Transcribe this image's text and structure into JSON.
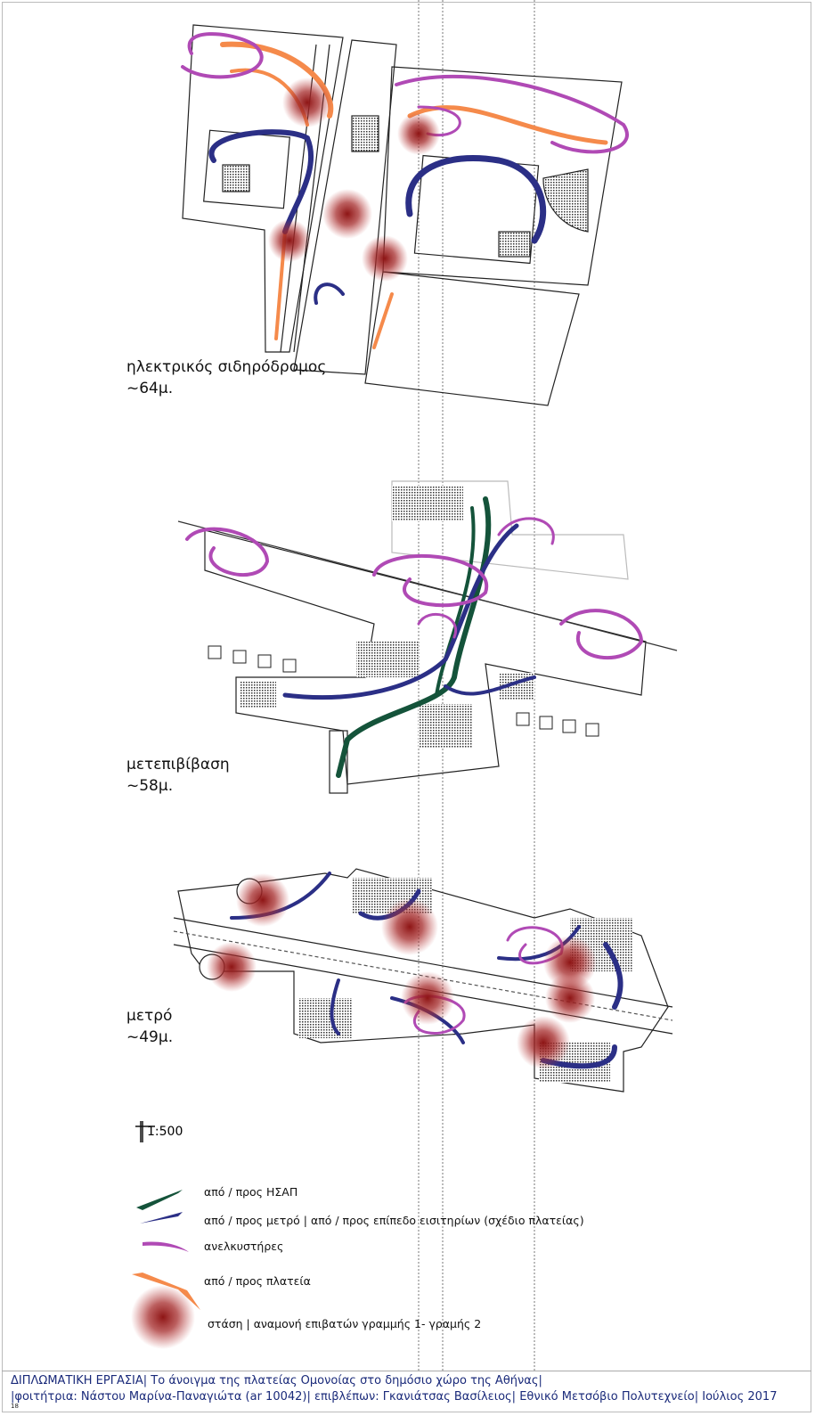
{
  "levels": [
    {
      "name": "ηλεκτρικός σιδηρόδρομος",
      "depth": "~64μ."
    },
    {
      "name": "μετεπιβίβαση",
      "depth": "~58μ."
    },
    {
      "name": "μετρό",
      "depth": "~49μ."
    }
  ],
  "scale": "1:500",
  "legend": [
    {
      "label": "από / προς ΗΣΑΠ",
      "color": "#14533a"
    },
    {
      "label": "από / προς μετρό | από / προς επίπεδο εισιτηρίων (σχέδιο πλατείας)",
      "color": "#2b2f86"
    },
    {
      "label": "ανελκυστήρες",
      "color": "#b04ab5"
    },
    {
      "label": "από / προς πλατεία",
      "color": "#f58a4b"
    },
    {
      "label": "στάση | αναμονή επιβατών γραμμής 1- γραμής 2",
      "color": "#9b1b1b"
    }
  ],
  "footer": {
    "line1": "ΔΙΠΛΩΜΑΤΙΚΗ ΕΡΓΑΣΙΑ| Το άνοιγμα της πλατείας Ομονοίας στο δημόσιο χώρο της Αθήνας|",
    "line2": "|φοιτήτρια: Νάστου Μαρίνα-Παναγιώτα (ar 10042)| επιβλέπων: Γκανιάτσας Βασίλειος| Εθνικό Μετσόβιο Πολυτεχνείο| Ιούλιος 2017",
    "page": "18"
  }
}
